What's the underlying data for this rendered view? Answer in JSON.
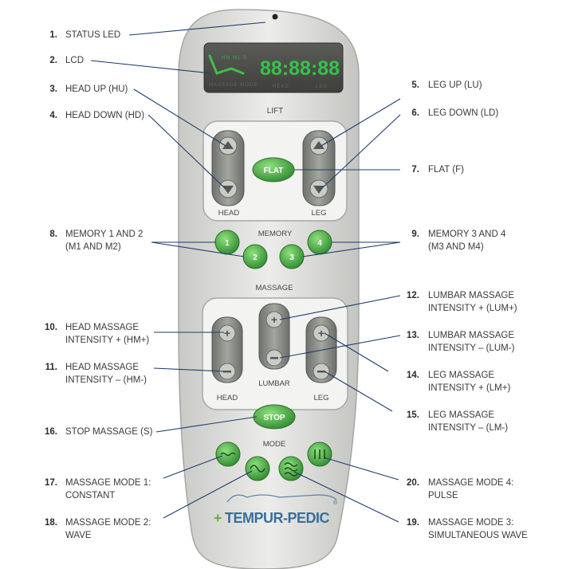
{
  "callouts": [
    {
      "num": "1.",
      "lines": [
        "STATUS LED"
      ]
    },
    {
      "num": "2.",
      "lines": [
        "LCD"
      ]
    },
    {
      "num": "3.",
      "lines": [
        "HEAD UP (HU)"
      ]
    },
    {
      "num": "4.",
      "lines": [
        "HEAD DOWN (HD)"
      ]
    },
    {
      "num": "5.",
      "lines": [
        "LEG UP (LU)"
      ]
    },
    {
      "num": "6.",
      "lines": [
        "LEG DOWN (LD)"
      ]
    },
    {
      "num": "7.",
      "lines": [
        "FLAT (F)"
      ]
    },
    {
      "num": "8.",
      "lines": [
        "MEMORY 1 AND 2",
        "(M1 AND M2)"
      ]
    },
    {
      "num": "9.",
      "lines": [
        "MEMORY 3 AND 4",
        "(M3 AND M4)"
      ]
    },
    {
      "num": "10.",
      "lines": [
        "HEAD MASSAGE",
        "INTENSITY + (HM+)"
      ]
    },
    {
      "num": "11.",
      "lines": [
        "HEAD MASSAGE",
        "INTENSITY – (HM-)"
      ]
    },
    {
      "num": "12.",
      "lines": [
        "LUMBAR MASSAGE",
        "INTENSITY + (LUM+)"
      ]
    },
    {
      "num": "13.",
      "lines": [
        "LUMBAR MASSAGE",
        "INTENSITY – (LUM-)"
      ]
    },
    {
      "num": "14.",
      "lines": [
        "LEG MASSAGE",
        "INTENSITY + (LM+)"
      ]
    },
    {
      "num": "15.",
      "lines": [
        "LEG MASSAGE",
        "INTENSITY – (LM-)"
      ]
    },
    {
      "num": "16.",
      "lines": [
        "STOP MASSAGE (S)"
      ]
    },
    {
      "num": "17.",
      "lines": [
        "MASSAGE MODE 1:",
        "CONSTANT"
      ]
    },
    {
      "num": "18.",
      "lines": [
        "MASSAGE MODE 2:",
        "WAVE"
      ]
    },
    {
      "num": "19.",
      "lines": [
        "MASSAGE MODE 3:",
        "SIMULTANEOUS WAVE"
      ]
    },
    {
      "num": "20.",
      "lines": [
        "MASSAGE MODE 4:",
        "PULSE"
      ]
    }
  ],
  "remote": {
    "lcd_digits": "88:88:88",
    "lcd_small": {
      "top_left": "HM M1 S",
      "bottom_left": "MASSAGE MODE",
      "bottom_mid": "HEAD",
      "bottom_right": "LEG"
    },
    "lift_label": "LIFT",
    "head_label": "HEAD",
    "leg_label": "LEG",
    "flat_label": "FLAT",
    "memory_label": "MEMORY",
    "memory_buttons": [
      "1",
      "2",
      "3",
      "4"
    ],
    "massage_label": "MASSAGE",
    "massage_head_label": "HEAD",
    "massage_lumbar_label": "LUMBAR",
    "massage_leg_label": "LEG",
    "stop_label": "STOP",
    "mode_label": "MODE",
    "brand": "TEMPUR-PEDIC",
    "brand_symbol": "®"
  },
  "colors": {
    "green": "#3f9e3c",
    "green_light": "#7fd36f",
    "body": "#e4e4e1",
    "panel": "#f4f4f2",
    "rocker": "#8a8d86",
    "line": "#1e3a6e",
    "brand": "#3a6e9c"
  }
}
